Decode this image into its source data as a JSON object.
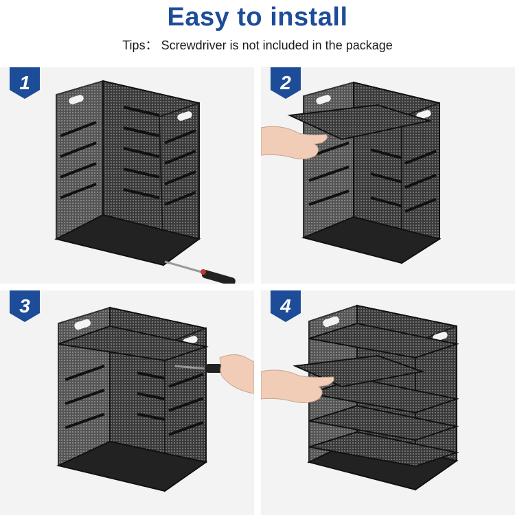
{
  "header": {
    "title": "Easy to install",
    "tips": "Tips： Screwdriver is not included in the package"
  },
  "colors": {
    "title": "#1d4c98",
    "badge": "#1d4c98",
    "panel_background": "#f3f3f3",
    "organizer_frame": "#1b1b1b"
  },
  "steps": [
    {
      "number": "1",
      "illustration": "organizer-frame-icon",
      "tool": "screwdriver-icon"
    },
    {
      "number": "2",
      "illustration": "organizer-frame-icon",
      "tool": "hand-inserting-shelf-icon"
    },
    {
      "number": "3",
      "illustration": "organizer-frame-icon",
      "tool": "hand-screwdriver-icon"
    },
    {
      "number": "4",
      "illustration": "organizer-frame-icon",
      "tool": "hand-inserting-shelf-icon"
    }
  ]
}
